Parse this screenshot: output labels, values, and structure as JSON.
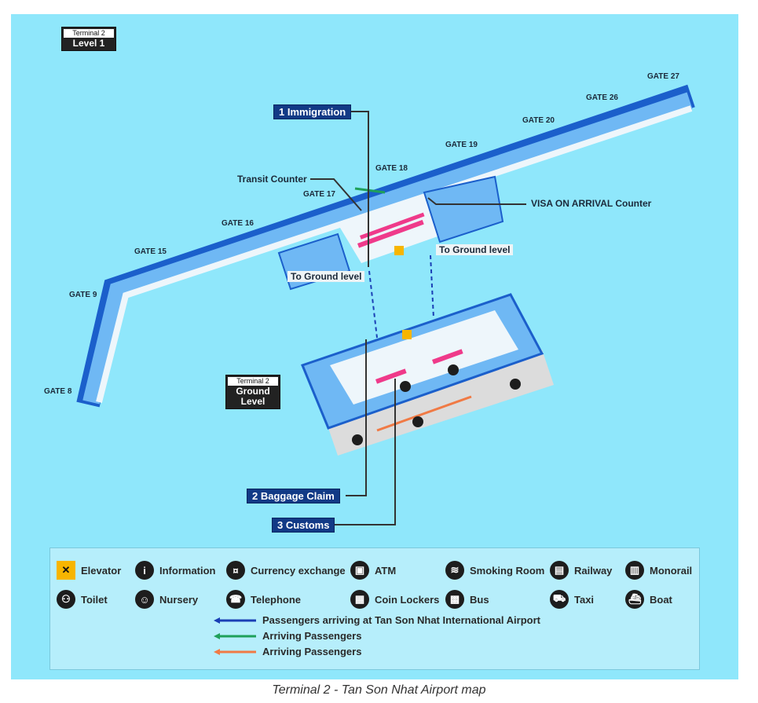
{
  "level1_box": {
    "terminal": "Terminal 2",
    "level": "Level 1"
  },
  "ground_box": {
    "terminal": "Terminal 2",
    "level": "Ground Level"
  },
  "gates": {
    "g8": "GATE 8",
    "g9": "GATE 9",
    "g15": "GATE 15",
    "g16": "GATE 16",
    "g17": "GATE 17",
    "g18": "GATE 18",
    "g19": "GATE 19",
    "g20": "GATE 20",
    "g26": "GATE 26",
    "g27": "GATE 27"
  },
  "callouts": {
    "immigration": "1 Immigration",
    "baggage": "2 Baggage Claim",
    "customs": "3 Customs",
    "transit": "Transit Counter",
    "visa": "VISA ON ARRIVAL Counter",
    "to_ground_1": "To Ground level",
    "to_ground_2": "To Ground level"
  },
  "legend": {
    "items": [
      {
        "icon": "elevator-icon",
        "label": "Elevator"
      },
      {
        "icon": "information-icon",
        "label": "Information"
      },
      {
        "icon": "currency-exchange-icon",
        "label": "Currency exchange"
      },
      {
        "icon": "atm-icon",
        "label": "ATM"
      },
      {
        "icon": "smoking-room-icon",
        "label": "Smoking Room"
      },
      {
        "icon": "railway-icon",
        "label": "Railway"
      },
      {
        "icon": "monorail-icon",
        "label": "Monorail"
      },
      {
        "icon": "toilet-icon",
        "label": "Toilet"
      },
      {
        "icon": "nursery-icon",
        "label": "Nursery"
      },
      {
        "icon": "telephone-icon",
        "label": "Telephone"
      },
      {
        "icon": "coin-lockers-icon",
        "label": "Coin Lockers"
      },
      {
        "icon": "bus-icon",
        "label": "Bus"
      },
      {
        "icon": "taxi-icon",
        "label": "Taxi"
      },
      {
        "icon": "boat-icon",
        "label": "Boat"
      }
    ],
    "arrows": [
      {
        "color": "#1a3fb5",
        "label": "Passengers arriving at Tan Son Nhat International Airport"
      },
      {
        "color": "#1fa05a",
        "label": "Arriving Passengers"
      },
      {
        "color": "#f07a45",
        "label": "Arriving Passengers"
      }
    ]
  },
  "caption": "Terminal 2 - Tan Son Nhat Airport map"
}
